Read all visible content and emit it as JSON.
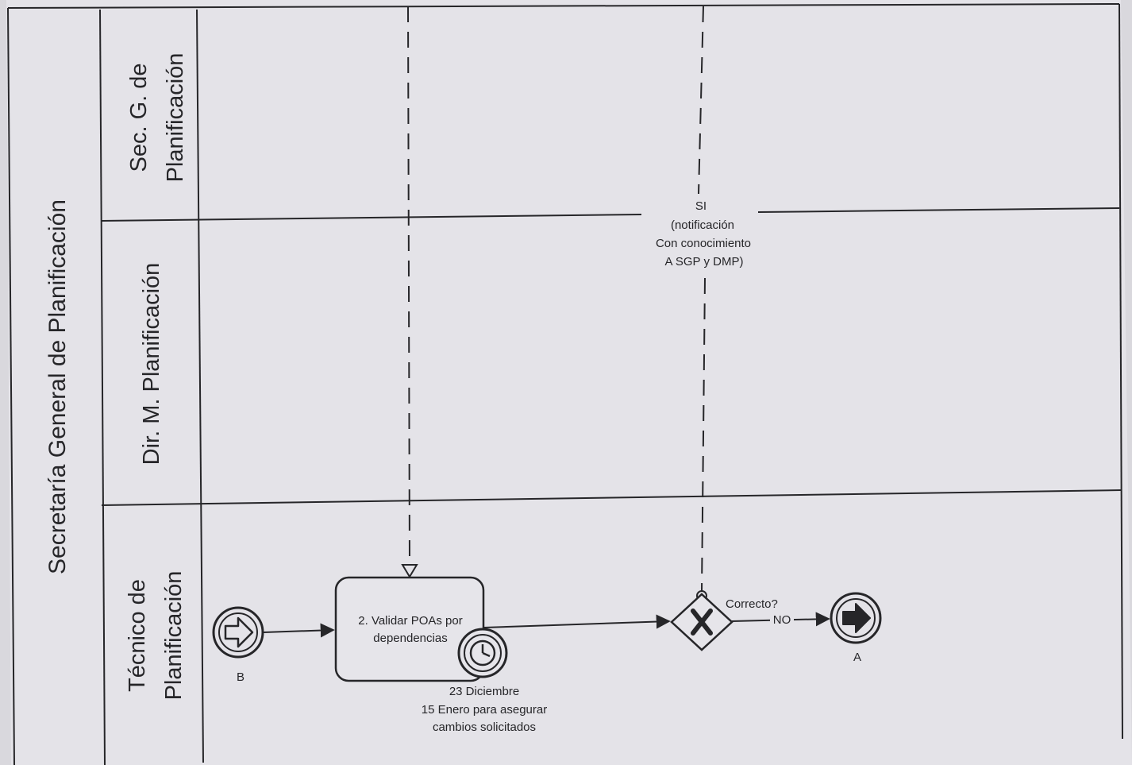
{
  "pool": {
    "title": "Secretaría General de Planificación"
  },
  "lanes": [
    {
      "line1": "Sec. G. de",
      "line2": "Planificación"
    },
    {
      "line1": "Dir. M. Planificación",
      "line2": ""
    },
    {
      "line1": "Técnico de",
      "line2": "Planificación"
    }
  ],
  "start_event": {
    "label": "B",
    "icon": "arrow-outline-icon"
  },
  "task": {
    "line1": "2. Validar POAs por",
    "line2": "dependencias",
    "timer_icon": "clock-icon",
    "note_lines": [
      "23 Diciembre",
      "15 Enero para asegurar",
      "cambios solicitados"
    ]
  },
  "gateway": {
    "label": "Correcto?",
    "icon": "x-exclusive-icon"
  },
  "flows": {
    "no_label": "NO",
    "si_lines": [
      "SI",
      "(notificación",
      "Con conocimiento",
      "A SGP y DMP)"
    ]
  },
  "end_event": {
    "label": "A",
    "icon": "arrow-filled-icon"
  },
  "colors": {
    "paper": "#e4e3e8",
    "ink": "#262629",
    "background": "#d9d8dd"
  }
}
